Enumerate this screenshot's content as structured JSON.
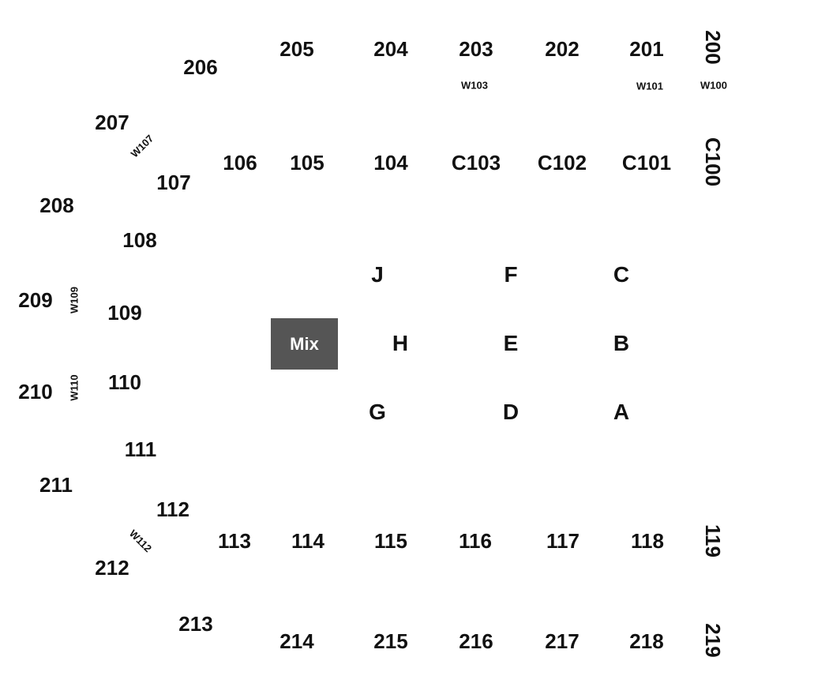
{
  "colors": {
    "background": "#ffffff",
    "label_text": "#111111",
    "mix_fill": "#555555",
    "mix_text": "#ffffff"
  },
  "upper_sections": {
    "s200": "200",
    "s201": "201",
    "s202": "202",
    "s203": "203",
    "s204": "204",
    "s205": "205",
    "s206": "206",
    "s207": "207",
    "s208": "208",
    "s209": "209",
    "s210": "210",
    "s211": "211",
    "s212": "212",
    "s213": "213",
    "s214": "214",
    "s215": "215",
    "s216": "216",
    "s217": "217",
    "s218": "218",
    "s219": "219"
  },
  "lower_sections": {
    "c100": "C100",
    "c101": "C101",
    "c102": "C102",
    "c103": "C103",
    "s104": "104",
    "s105": "105",
    "s106": "106",
    "s107": "107",
    "s108": "108",
    "s109": "109",
    "s110": "110",
    "s111": "111",
    "s112": "112",
    "s113": "113",
    "s114": "114",
    "s115": "115",
    "s116": "116",
    "s117": "117",
    "s118": "118",
    "s119": "119"
  },
  "wheelchair": {
    "w100": "W100",
    "w101": "W101",
    "w103": "W103",
    "w107": "W107",
    "w109": "W109",
    "w110": "W110",
    "w112": "W112"
  },
  "floor": {
    "a": "A",
    "b": "B",
    "c": "C",
    "d": "D",
    "e": "E",
    "f": "F",
    "g": "G",
    "h": "H",
    "j": "J"
  },
  "mix": "Mix"
}
